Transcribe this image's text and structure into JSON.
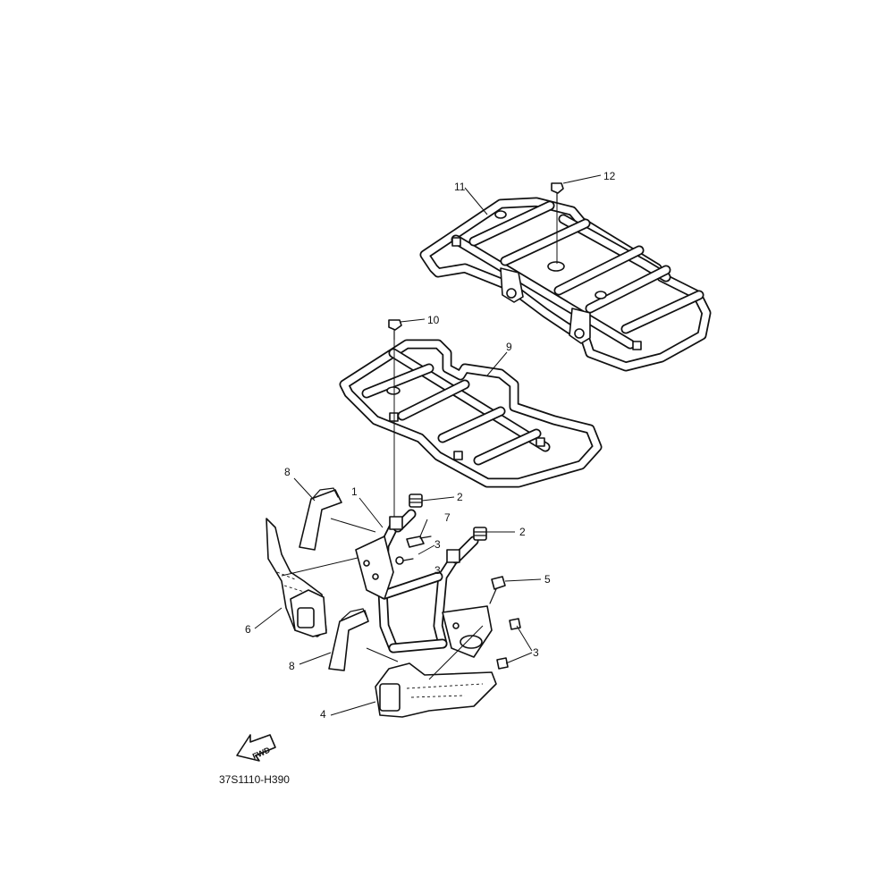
{
  "diagram_code": "37S1110-H390",
  "fwd_label": "FWD",
  "callouts": {
    "c1": "1",
    "c2a": "2",
    "c2b": "2",
    "c3a": "3",
    "c3b": "3",
    "c3c": "3",
    "c4": "4",
    "c5": "5",
    "c6": "6",
    "c7": "7",
    "c8a": "8",
    "c8b": "8",
    "c9": "9",
    "c10": "10",
    "c11": "11",
    "c12": "12"
  }
}
